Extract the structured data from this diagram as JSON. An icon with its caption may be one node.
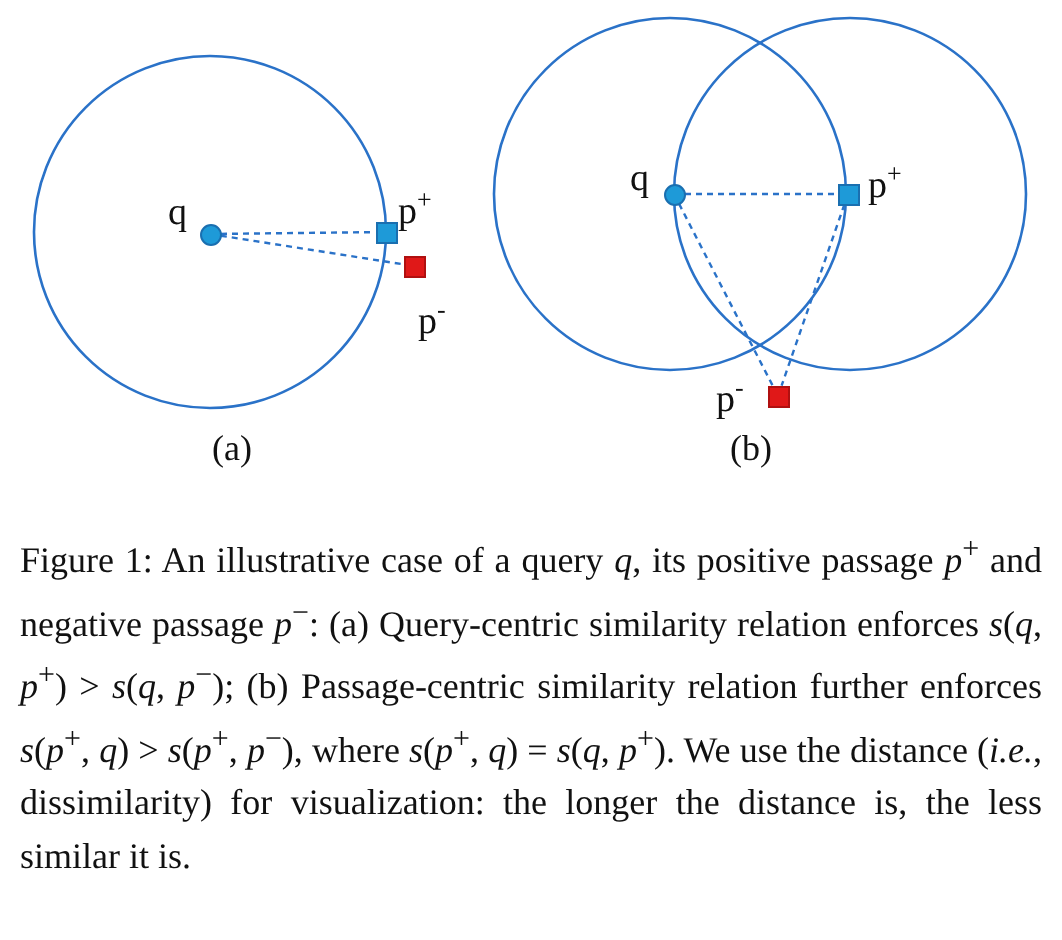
{
  "diagram": {
    "caption": "Figure 1: An illustrative case of a query *q*, its positive passage *p*$^{+}$ and negative passage *p*$^{−}$: (a) Query-centric similarity relation enforces *s*(*q*, *p*$^{+}$) > *s*(*q*, *p*$^{−}$); (b) Passage-centric similarity relation further enforces *s*(*p*$^{+}$, *q*) > *s*(*p*$^{+}$, *p*$^{−}$), where *s*(*p*$^{+}$, *q*) = *s*(*q*, *p*$^{+}$). We use the distance (*i.e.*, dissimilarity) for visualization: the longer the distance is, the less similar it is.",
    "nodes": [
      {
        "text": [],
        "shape": "circle",
        "beside": [
          "q"
        ]
      },
      {
        "text": [],
        "shape": "box",
        "beside": [
          "p$^{+}$"
        ]
      },
      {
        "text": [],
        "shape": "box",
        "beside": [
          "p$^{-}$"
        ]
      },
      {
        "text": [],
        "shape": "circle",
        "beside": [
          "q"
        ]
      },
      {
        "text": [],
        "shape": "box",
        "beside": [
          "p$^{+}$"
        ]
      },
      {
        "text": [],
        "shape": "box",
        "beside": [
          "p$^{-}$"
        ]
      }
    ],
    "edges": [
      {
        "from": 0,
        "to": 1,
        "arrow": "none",
        "style": "dashed"
      },
      {
        "from": 0,
        "to": 2,
        "arrow": "none",
        "style": "dashed"
      },
      {
        "from": 3,
        "to": 4,
        "arrow": "none",
        "style": "dashed"
      },
      {
        "from": 3,
        "to": 5,
        "arrow": "none",
        "style": "dashed"
      },
      {
        "from": 4,
        "to": 5,
        "arrow": "none",
        "style": "dashed"
      }
    ],
    "labels": [
      "(a)",
      "(b)"
    ]
  }
}
